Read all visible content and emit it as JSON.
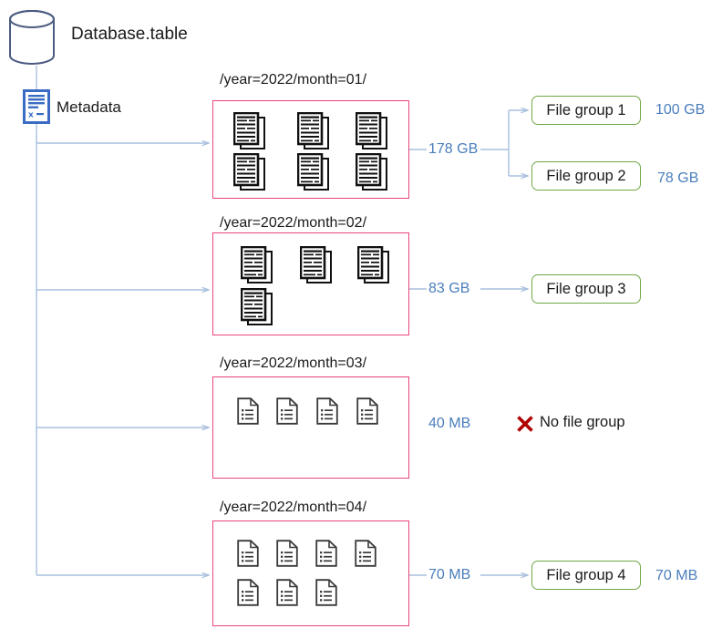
{
  "diagram": {
    "title": "Database.table",
    "metadata_label": "Metadata",
    "database_icon": "database-cylinder-icon",
    "metadata_icon": "metadata-document-icon",
    "colors": {
      "partition_border": "#e8467c",
      "filegroup_border": "#70a845",
      "connector": "#a9c0dd",
      "size_text": "#4a7ebb",
      "x_mark": "#b00000",
      "database_outline": "#4a5a80",
      "metadata_blue": "#3a6cc4"
    }
  },
  "partitions": [
    {
      "path": "/year=2022/month=01/",
      "size": "178 GB",
      "doc_icon": "stacked-documents-icon",
      "doc_count": 6,
      "doc_rows": [
        3,
        3
      ]
    },
    {
      "path": "/year=2022/month=02/",
      "size": "83 GB",
      "doc_icon": "stacked-documents-icon",
      "doc_count": 4,
      "doc_rows": [
        3,
        1
      ]
    },
    {
      "path": "/year=2022/month=03/",
      "size": "40 MB",
      "doc_icon": "single-page-icon",
      "doc_count": 4,
      "doc_rows": [
        4
      ]
    },
    {
      "path": "/year=2022/month=04/",
      "size": "70 MB",
      "doc_icon": "single-page-icon",
      "doc_count": 7,
      "doc_rows": [
        4,
        3
      ]
    }
  ],
  "file_groups": [
    {
      "label": "File group 1",
      "size": "100 GB"
    },
    {
      "label": "File group 2",
      "size": "78 GB"
    },
    {
      "label": "File group 3",
      "size": ""
    },
    {
      "label": "File group 4",
      "size": "70 MB"
    }
  ],
  "no_file_group": {
    "label": "No file group",
    "icon": "red-x-icon"
  }
}
